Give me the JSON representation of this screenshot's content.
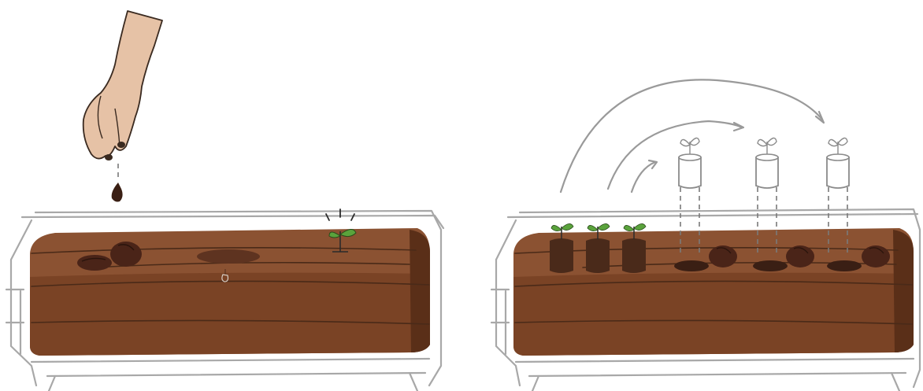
{
  "illustration": {
    "panels": [
      {
        "id": "direct-sowing",
        "steps": [
          "hand-dropping-seed",
          "seed-pile",
          "soil-mound-with-seed",
          "sprouting-seedling"
        ]
      },
      {
        "id": "transplanting",
        "steps": [
          "seedlings-in-pots",
          "pots-moved-along-arrows",
          "pots-placed-on-planting-holes"
        ]
      }
    ],
    "colors": {
      "soil_top": "#8b5232",
      "soil_front": "#7a4325",
      "soil_side": "#5a2f18",
      "frame": "#a8a8a8",
      "skin": "#e6c2a6",
      "leaf": "#5aa33c",
      "pot": "#4a2a1a",
      "arrow": "#9a9a9a"
    },
    "icons": [
      "hand-icon",
      "seed-icon",
      "seedling-icon",
      "pot-icon",
      "arrow-icon"
    ]
  }
}
